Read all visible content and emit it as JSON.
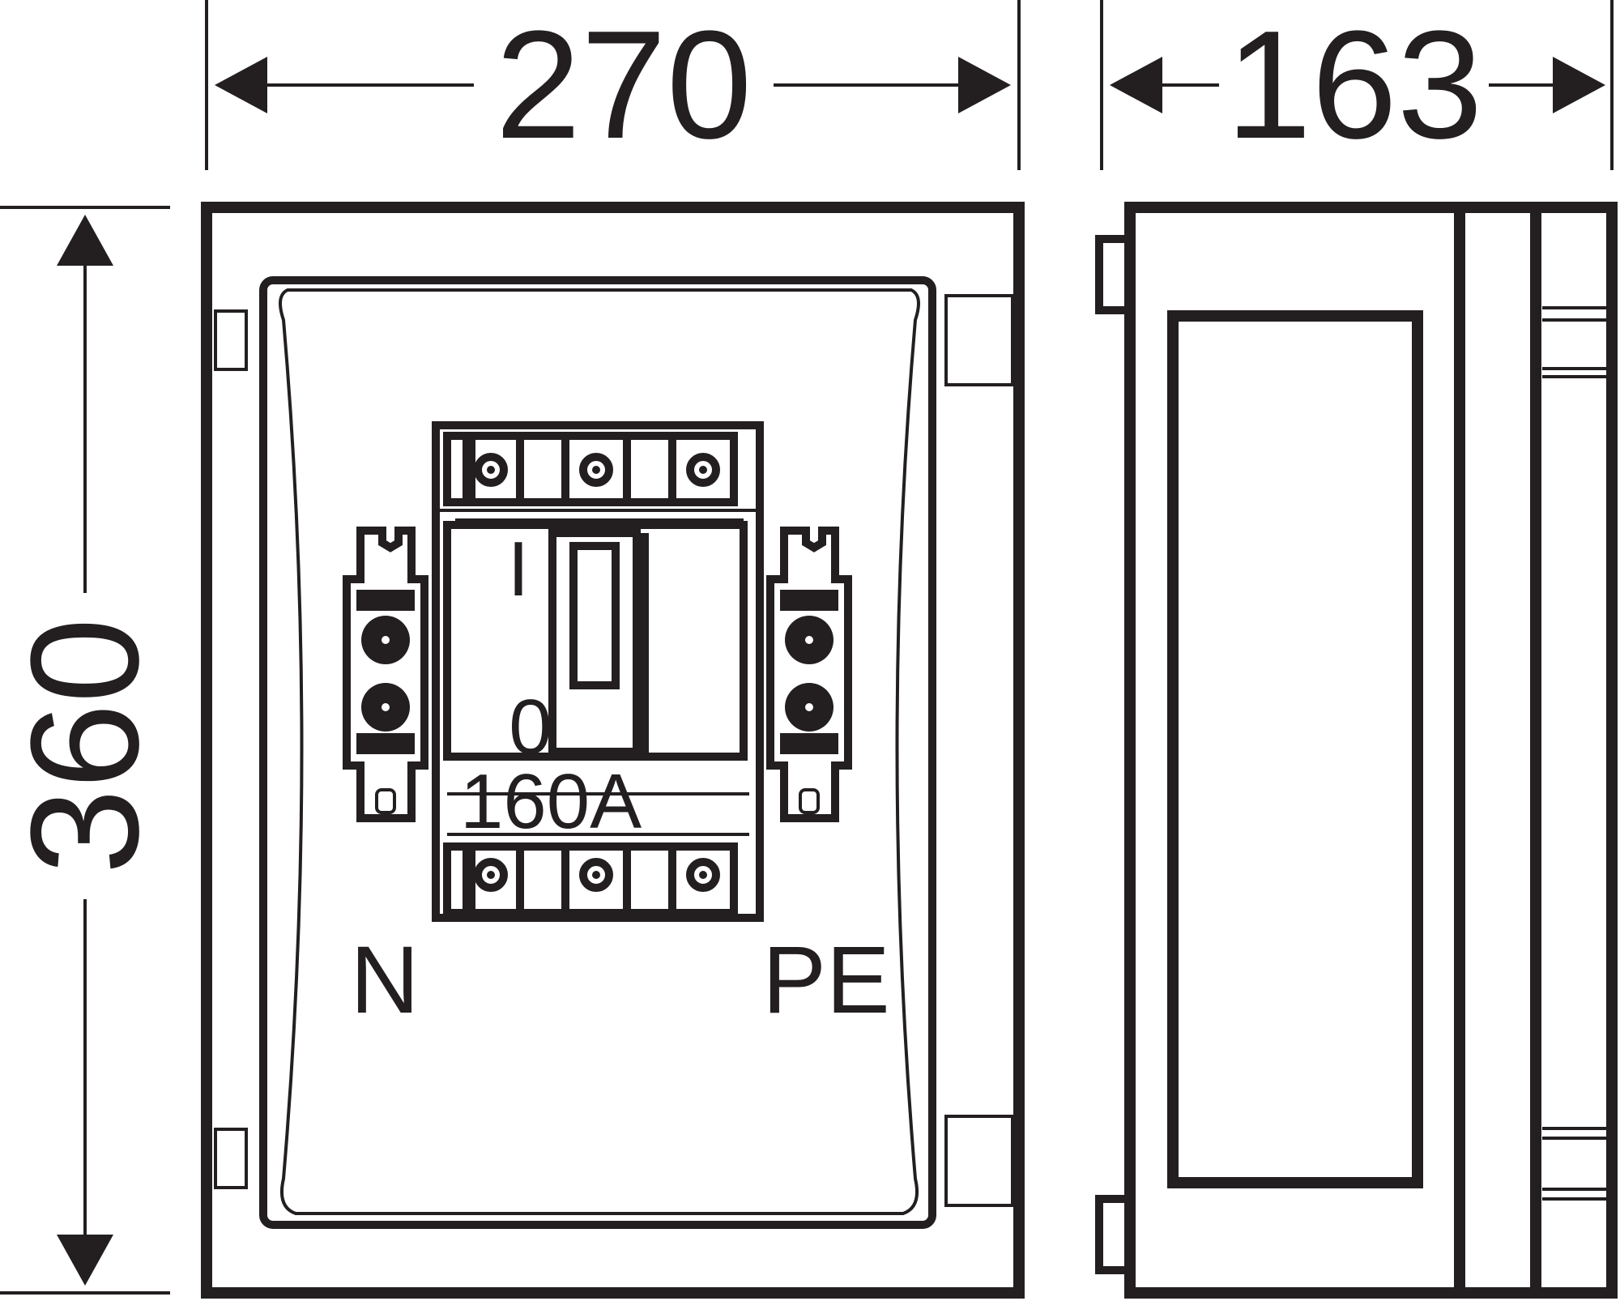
{
  "dimensions": {
    "width_front": "270",
    "width_side": "163",
    "height": "360"
  },
  "labels": {
    "neutral": "N",
    "protective_earth": "PE",
    "switch_on": "I",
    "switch_off": "0",
    "rating": "160A"
  },
  "colors": {
    "line": "#231f20",
    "background": "#ffffff"
  }
}
